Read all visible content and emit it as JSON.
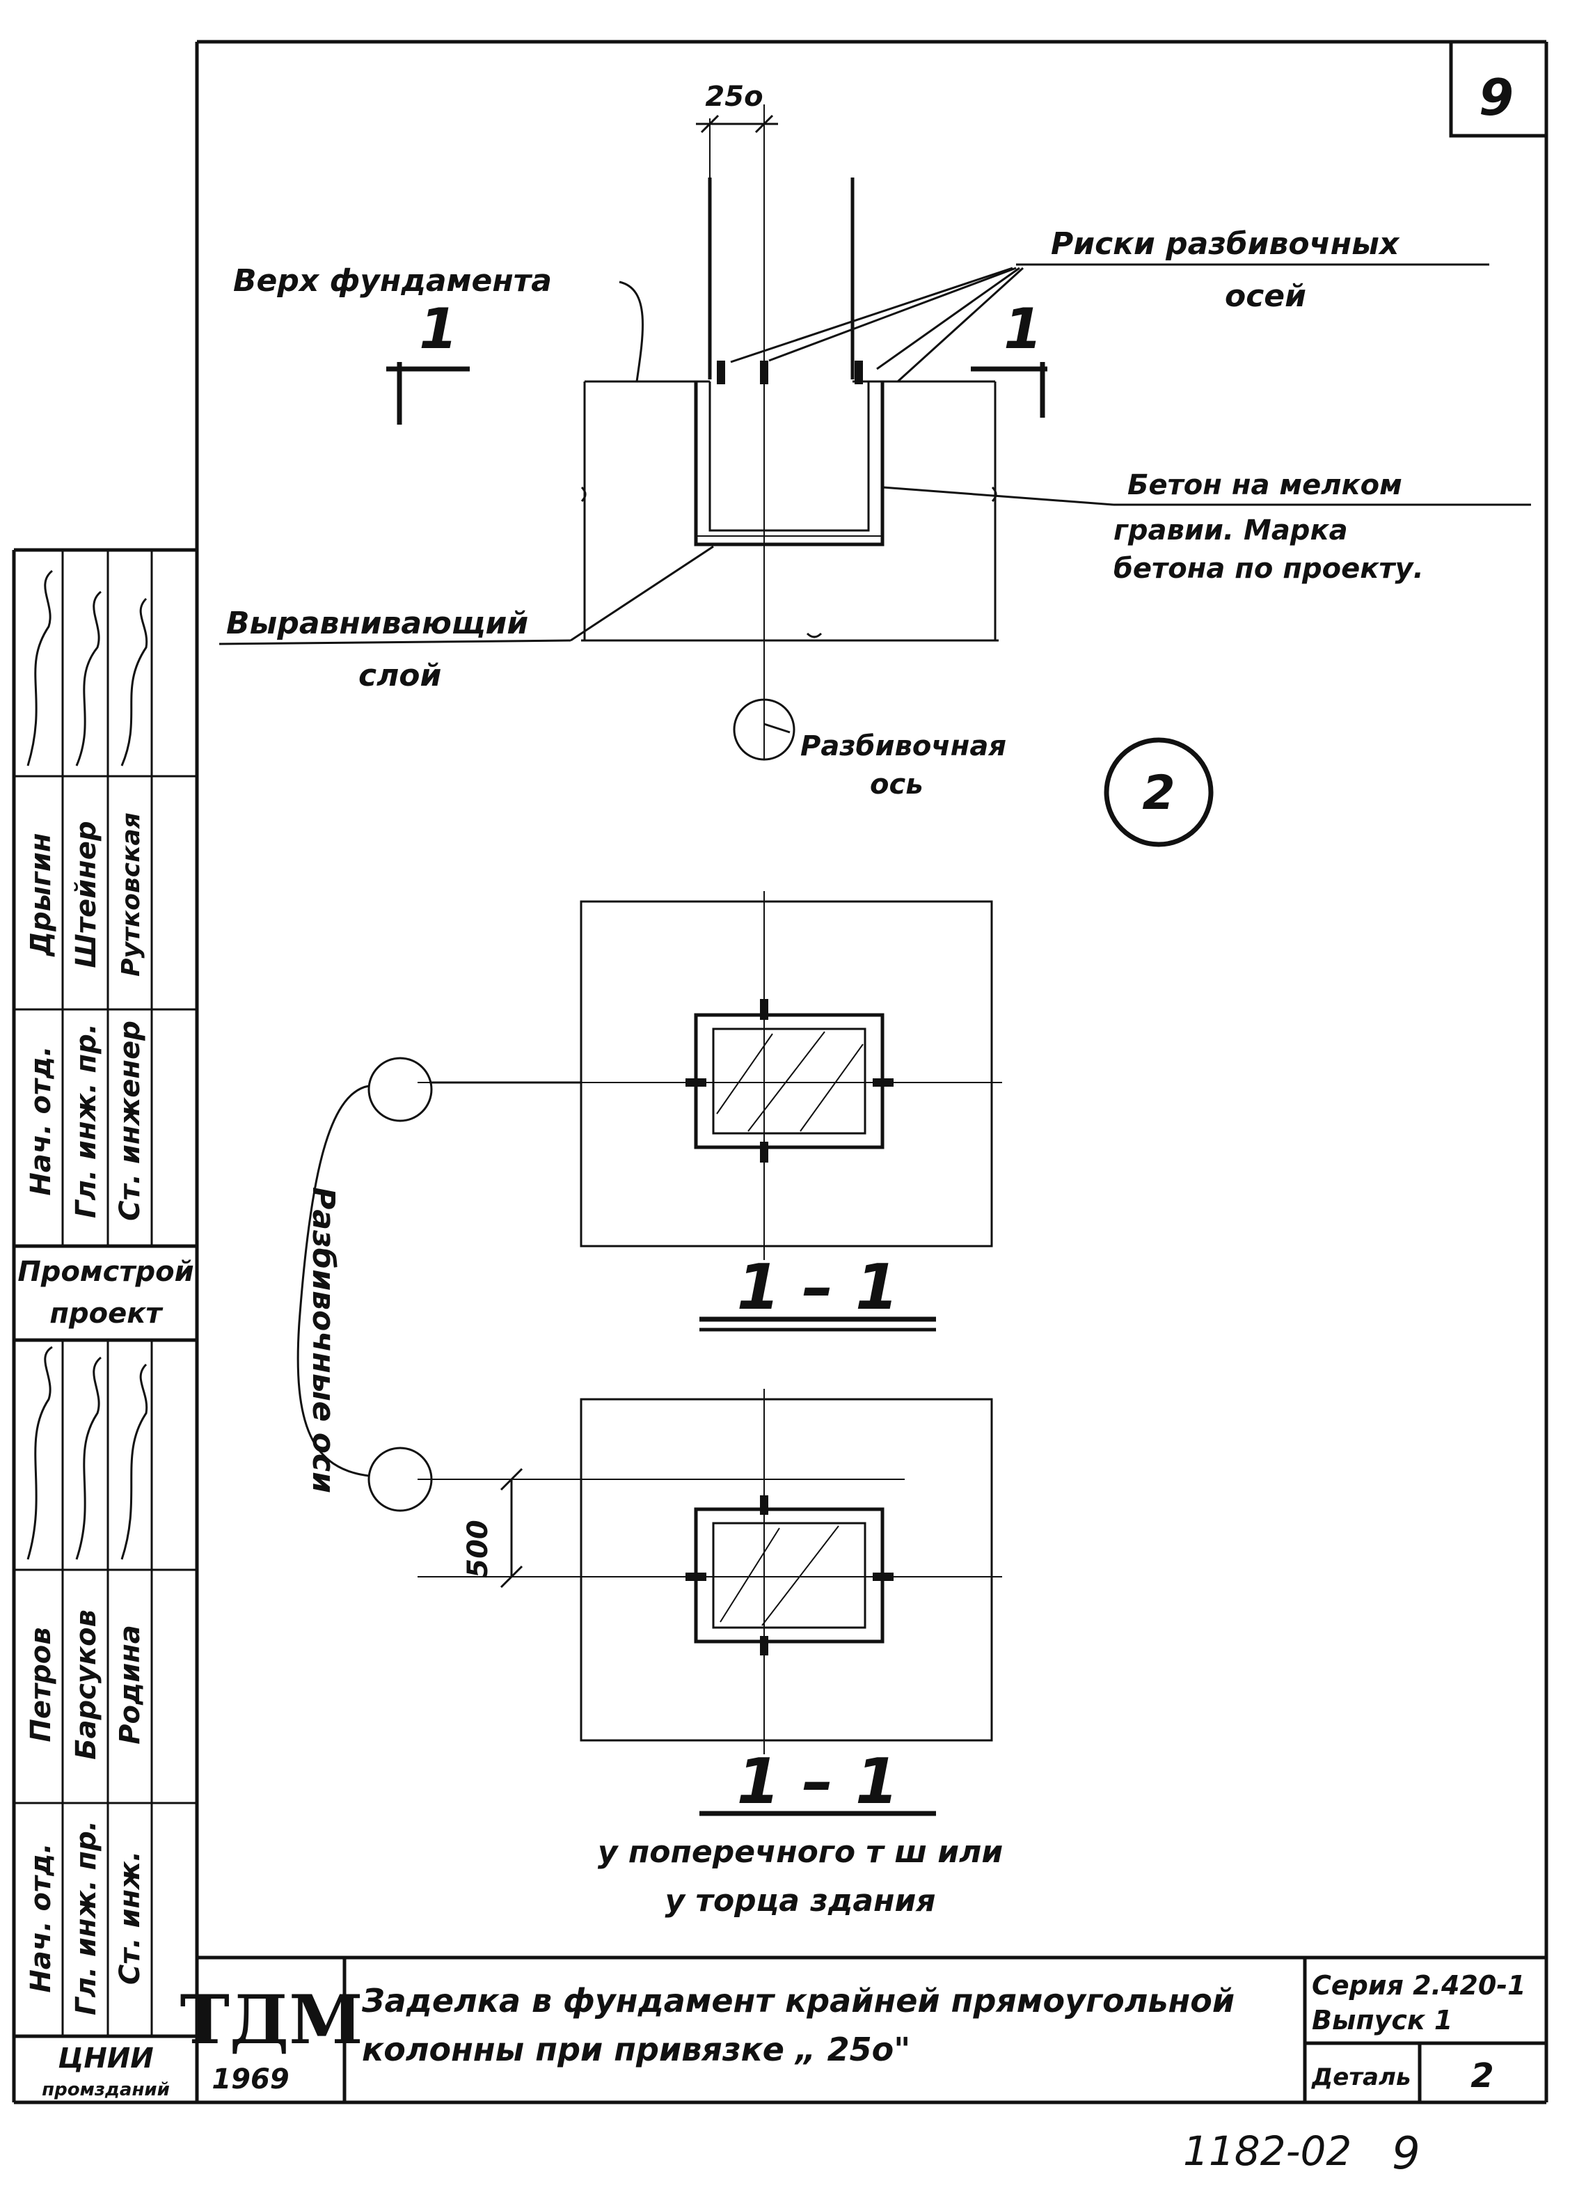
{
  "sheet": {
    "number": "9",
    "detail_circle": "2",
    "bottom_code": "1182-02",
    "bottom_sheet": "9"
  },
  "elevation": {
    "dim_250": "25о",
    "section_mark_left": "1",
    "section_mark_right": "1",
    "label_top_foundation": "Верх фундамента",
    "label_risks_1": "Риски разбивочных",
    "label_risks_2": "осей",
    "label_concrete_1": "Бетон на мелком",
    "label_concrete_2": "гравии. Марка",
    "label_concrete_3": "бетона по проекту.",
    "label_leveling_1": "Выравнивающий",
    "label_leveling_2": "слой",
    "label_axis_1": "Разбивочная",
    "label_axis_2": "ось"
  },
  "plans": {
    "axes_label": "Разбивочные оси",
    "section_1_title": "1 – 1",
    "section_2_title": "1 – 1",
    "dim_500": "500",
    "caption_1": "у поперечного т ш или",
    "caption_2": "у торца здания"
  },
  "left_stamp": {
    "row1": [
      "Нач. отд.",
      "Дрыгин"
    ],
    "row2": [
      "Гл. инж. пр.",
      "Штейнер"
    ],
    "row3": [
      "Ст. инженер",
      "Рутковская"
    ],
    "org1_a": "Промстрой",
    "org1_b": "проект",
    "row4": [
      "Нач. отд.",
      "Петров"
    ],
    "row5": [
      "Гл. инж. пр.",
      "Барсуков"
    ],
    "row6": [
      "Ст. инж.",
      "Родина"
    ],
    "org2_a": "ЦНИИ",
    "org2_b": "промзданий"
  },
  "title_block": {
    "logo": "ТДМ",
    "year": "1969",
    "title_1": "Заделка в фундамент крайней прямоугольной",
    "title_2": "колонны при привязке „ 25о\"",
    "series_1": "Серия 2.420-1",
    "series_2": "Выпуск 1",
    "detail_label": "Деталь",
    "detail_value": "2"
  }
}
